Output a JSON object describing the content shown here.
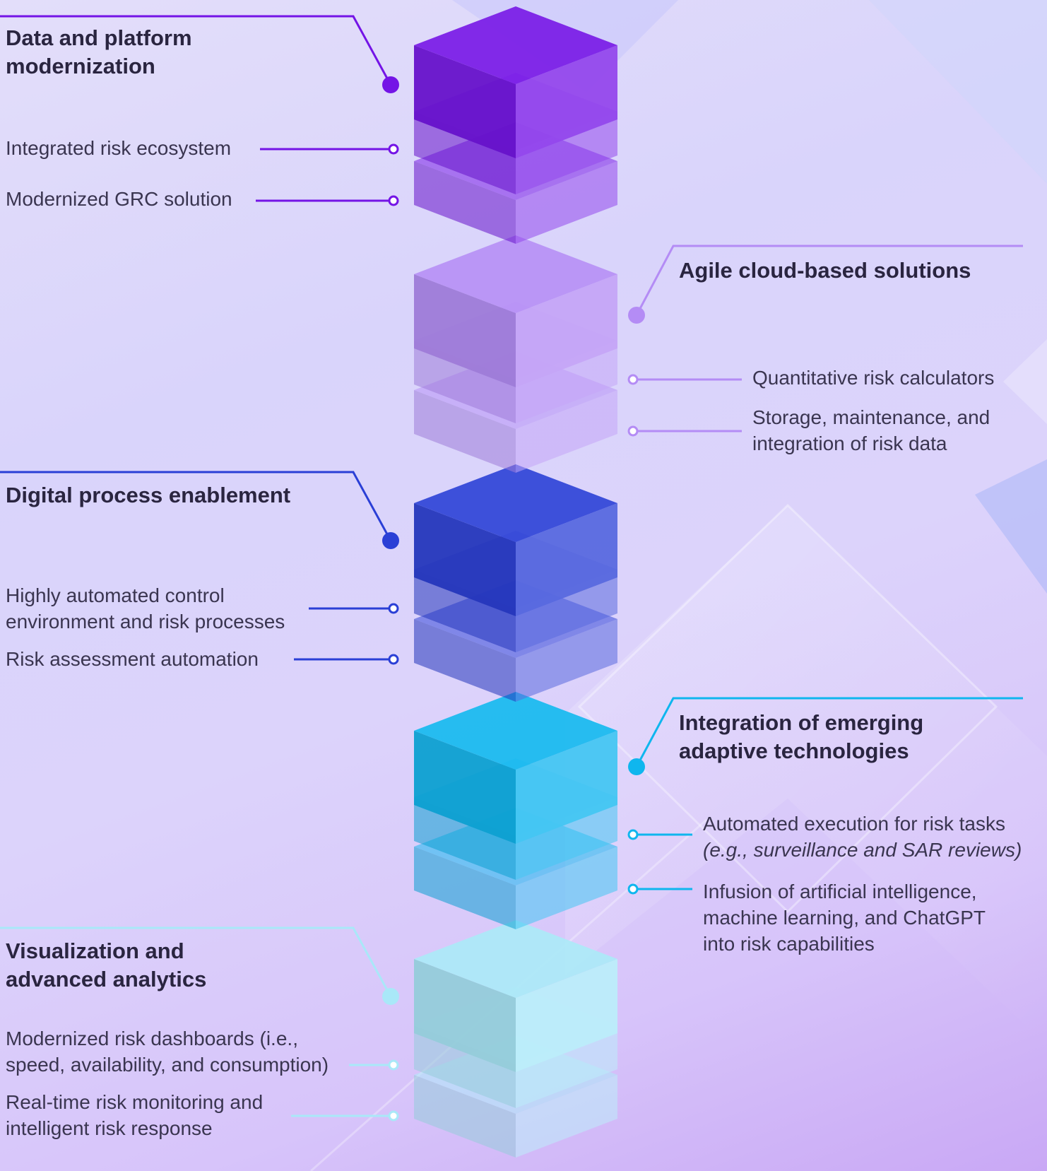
{
  "colors": {
    "purple": "#7414e6",
    "lavender": "#b48cf5",
    "blue": "#2a3fd6",
    "cyan": "#0fb6ee",
    "lightcyan": "#a9e8f8"
  },
  "groups": [
    {
      "id": "data-platform",
      "title": "Data and platform modernization",
      "color_key": "purple",
      "items": [
        "Integrated risk ecosystem",
        "Modernized GRC solution"
      ]
    },
    {
      "id": "agile-cloud",
      "title": "Agile cloud-based solutions",
      "color_key": "lavender",
      "items": [
        "Quantitative risk calculators",
        "Storage, maintenance, and integration of risk data"
      ]
    },
    {
      "id": "digital-process",
      "title": "Digital process enablement",
      "color_key": "blue",
      "items": [
        "Highly automated control environment and risk processes",
        "Risk assessment automation"
      ]
    },
    {
      "id": "emerging-tech",
      "title": "Integration of emerging adaptive technologies",
      "color_key": "cyan",
      "items": [
        "Automated execution for risk tasks",
        "(e.g., surveillance and SAR reviews)",
        "Infusion of artificial intelligence, machine learning, and ChatGPT into risk capabilities"
      ]
    },
    {
      "id": "visualization",
      "title": "Visualization and advanced analytics",
      "color_key": "lightcyan",
      "items": [
        "Modernized risk dashboards (i.e., speed, availability, and consumption)",
        "Real-time risk monitoring and intelligent risk response"
      ]
    }
  ]
}
